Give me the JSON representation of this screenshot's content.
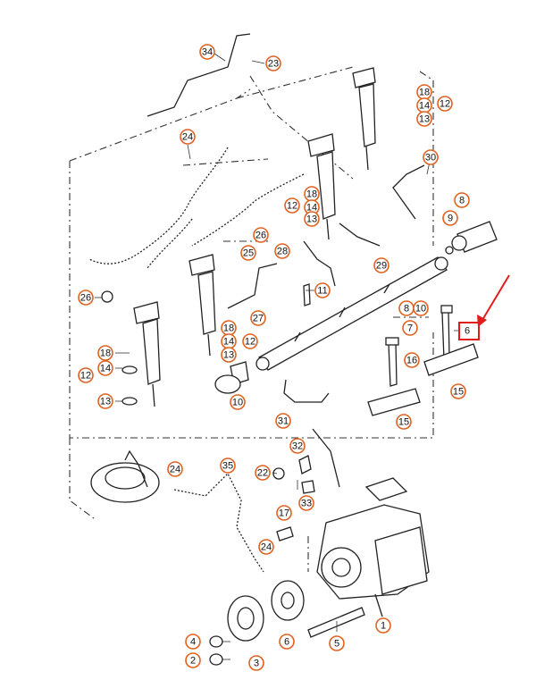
{
  "diagram": {
    "callouts": {
      "c34": "34",
      "c23": "23",
      "c24a": "24",
      "c18a": "18",
      "c14a": "14",
      "c13a": "13",
      "c12a": "12",
      "c30": "30",
      "c8": "8",
      "c9": "9",
      "c12b": "12",
      "c18b": "18",
      "c14b": "14",
      "c13b": "13",
      "c26a": "26",
      "c25": "25",
      "c28": "28",
      "c29": "29",
      "c11": "11",
      "c26b": "26",
      "c27": "27",
      "c8b": "8",
      "c10a": "10",
      "c7": "7",
      "c6": "6",
      "c18c": "18",
      "c14c": "14",
      "c13c": "13",
      "c12c": "12",
      "c18d": "18",
      "c14d": "14",
      "c12d": "12",
      "c13d": "13",
      "c10b": "10",
      "c16": "16",
      "c15a": "15",
      "c15b": "15",
      "c31": "31",
      "c32": "32",
      "c22": "22",
      "c24b": "24",
      "c35": "35",
      "c33": "33",
      "c17": "17",
      "c24c": "24",
      "c4": "4",
      "c2": "2",
      "c3": "3",
      "c6b": "6",
      "c5": "5",
      "c1": "1"
    }
  }
}
